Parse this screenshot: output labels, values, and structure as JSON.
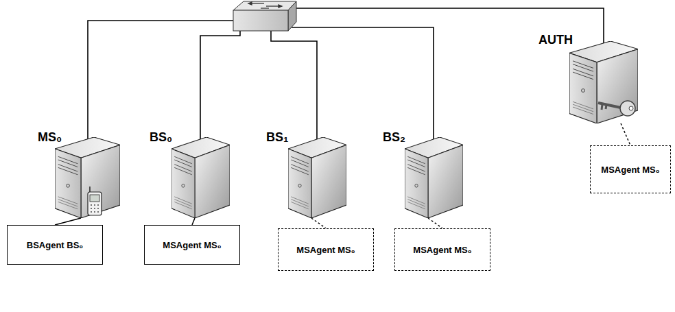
{
  "diagram": {
    "nodes": [
      {
        "text": [
          "MS₀"
        ]
      },
      {
        "text": [
          "BS₀"
        ]
      },
      {
        "text": [
          "BS₁"
        ]
      },
      {
        "text": [
          "BS₂"
        ]
      },
      {
        "text": [
          "AUTH"
        ]
      },
      {
        "text": [
          "BSAgent BS₀"
        ]
      },
      {
        "text": [
          "MSAgent MS₀"
        ]
      },
      {
        "text": [
          "MSAgent MS₀"
        ]
      },
      {
        "text": [
          "MSAgent MS₀"
        ]
      },
      {
        "text": [
          "MSAgent MS₀"
        ]
      }
    ],
    "edges": [
      {
        "from": 0,
        "to": 5,
        "arrow": "none"
      },
      {
        "from": 1,
        "to": 6,
        "arrow": "none"
      },
      {
        "from": 2,
        "to": 7,
        "arrow": "none"
      },
      {
        "from": 3,
        "to": 8,
        "arrow": "none"
      },
      {
        "from": 4,
        "to": 9,
        "arrow": "none"
      }
    ]
  }
}
